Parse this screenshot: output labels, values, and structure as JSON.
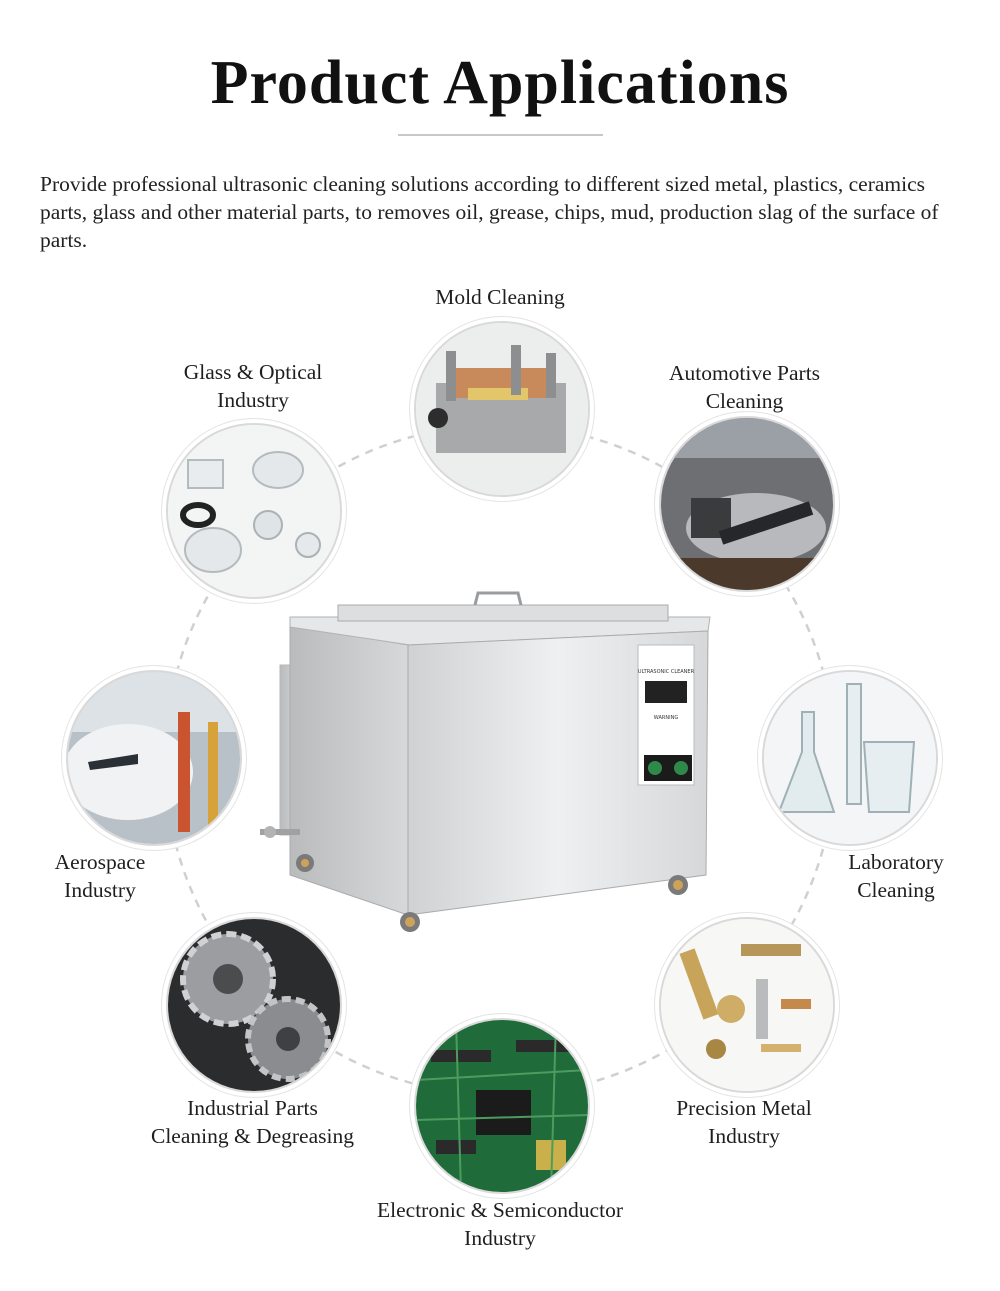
{
  "header": {
    "title": "Product Applications"
  },
  "intro": {
    "text": "Provide professional ultrasonic cleaning solutions according to different sized metal, plastics, ceramics parts, glass and other material parts, to removes oil, grease, chips, mud, production slag of the surface of parts."
  },
  "applications": [
    {
      "line1": "Mold Cleaning",
      "line2": ""
    },
    {
      "line1": "Automotive Parts",
      "line2": "Cleaning"
    },
    {
      "line1": "Laboratory",
      "line2": "Cleaning"
    },
    {
      "line1": "Precision Metal",
      "line2": "Industry"
    },
    {
      "line1": "Electronic & Semiconductor",
      "line2": "Industry"
    },
    {
      "line1": "Industrial Parts",
      "line2": "Cleaning & Degreasing"
    },
    {
      "line1": "Aerospace",
      "line2": "Industry"
    },
    {
      "line1": "Glass & Optical",
      "line2": "Industry"
    }
  ],
  "machine": {
    "panel_label": "ULTRASONIC CLEANER",
    "warning_label": "WARNING"
  },
  "colors": {
    "steel": "#d9dadb",
    "pcb": "#1f6b3a",
    "ring": "#d4d4d4"
  }
}
